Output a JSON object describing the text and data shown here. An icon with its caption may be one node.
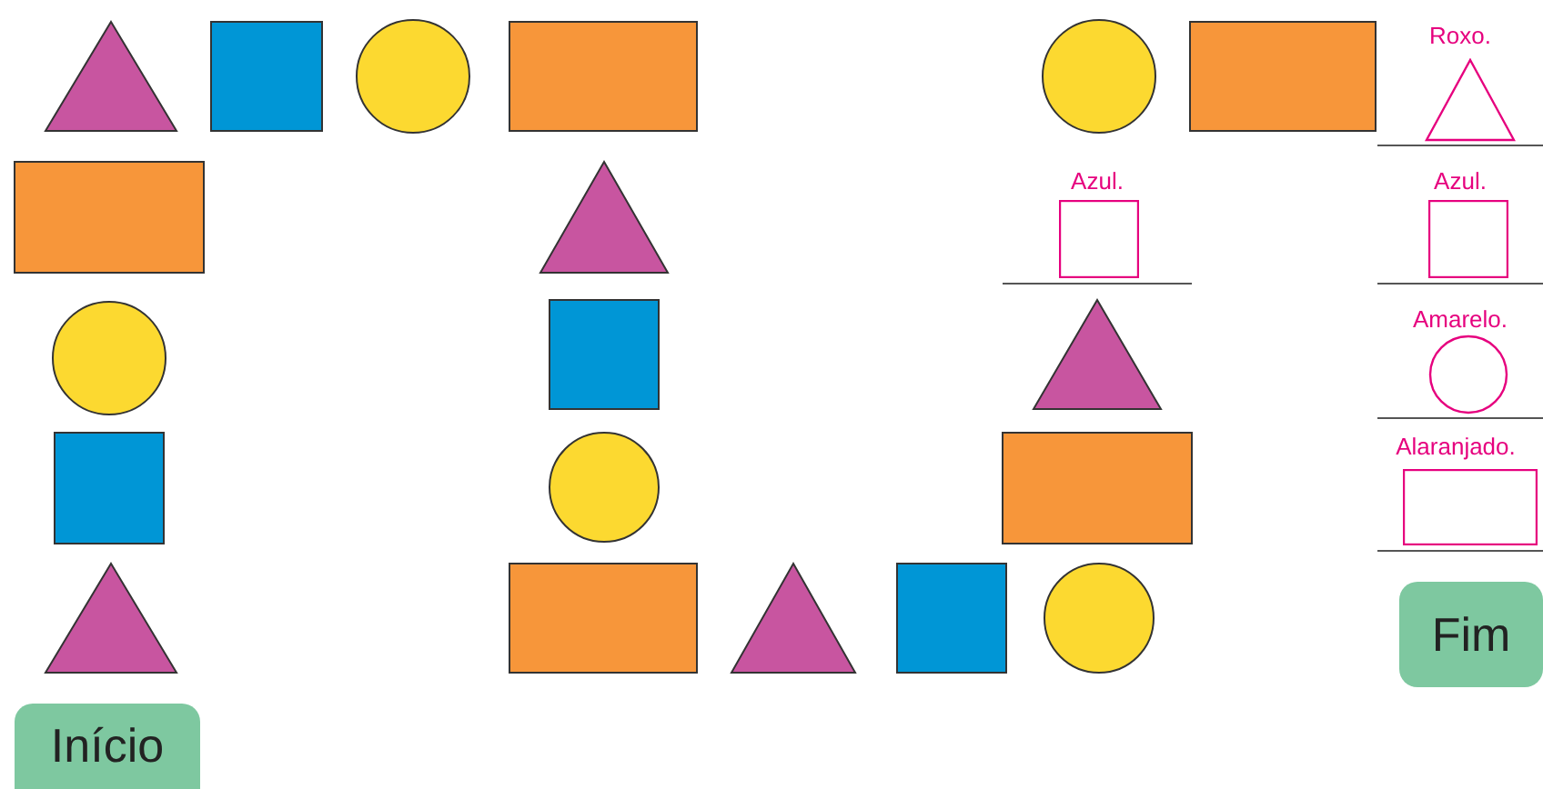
{
  "diagram": {
    "nodes": [
      {
        "text": [
          "Roxo."
        ]
      },
      {
        "text": [
          "Azul."
        ]
      },
      {
        "text": [
          "Azul."
        ]
      },
      {
        "text": [
          "Amarelo."
        ]
      },
      {
        "text": [
          "Alaranjado."
        ]
      },
      {
        "text": [
          "Fim"
        ]
      },
      {
        "text": [
          "Início"
        ]
      }
    ]
  }
}
